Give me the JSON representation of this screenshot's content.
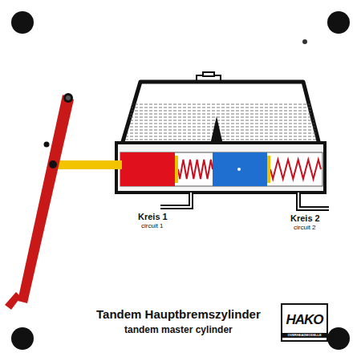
{
  "diagram": {
    "title": "Tandem Hauptbremszylinder",
    "caption": "tandem master cylinder",
    "nodes": [
      {
        "text": [
          "HAKO",
          "OVERHEADMODELLE"
        ]
      }
    ],
    "labels": [
      "Kreis 1",
      "circuit 1",
      "Kreis 2",
      "circuit 2"
    ]
  }
}
